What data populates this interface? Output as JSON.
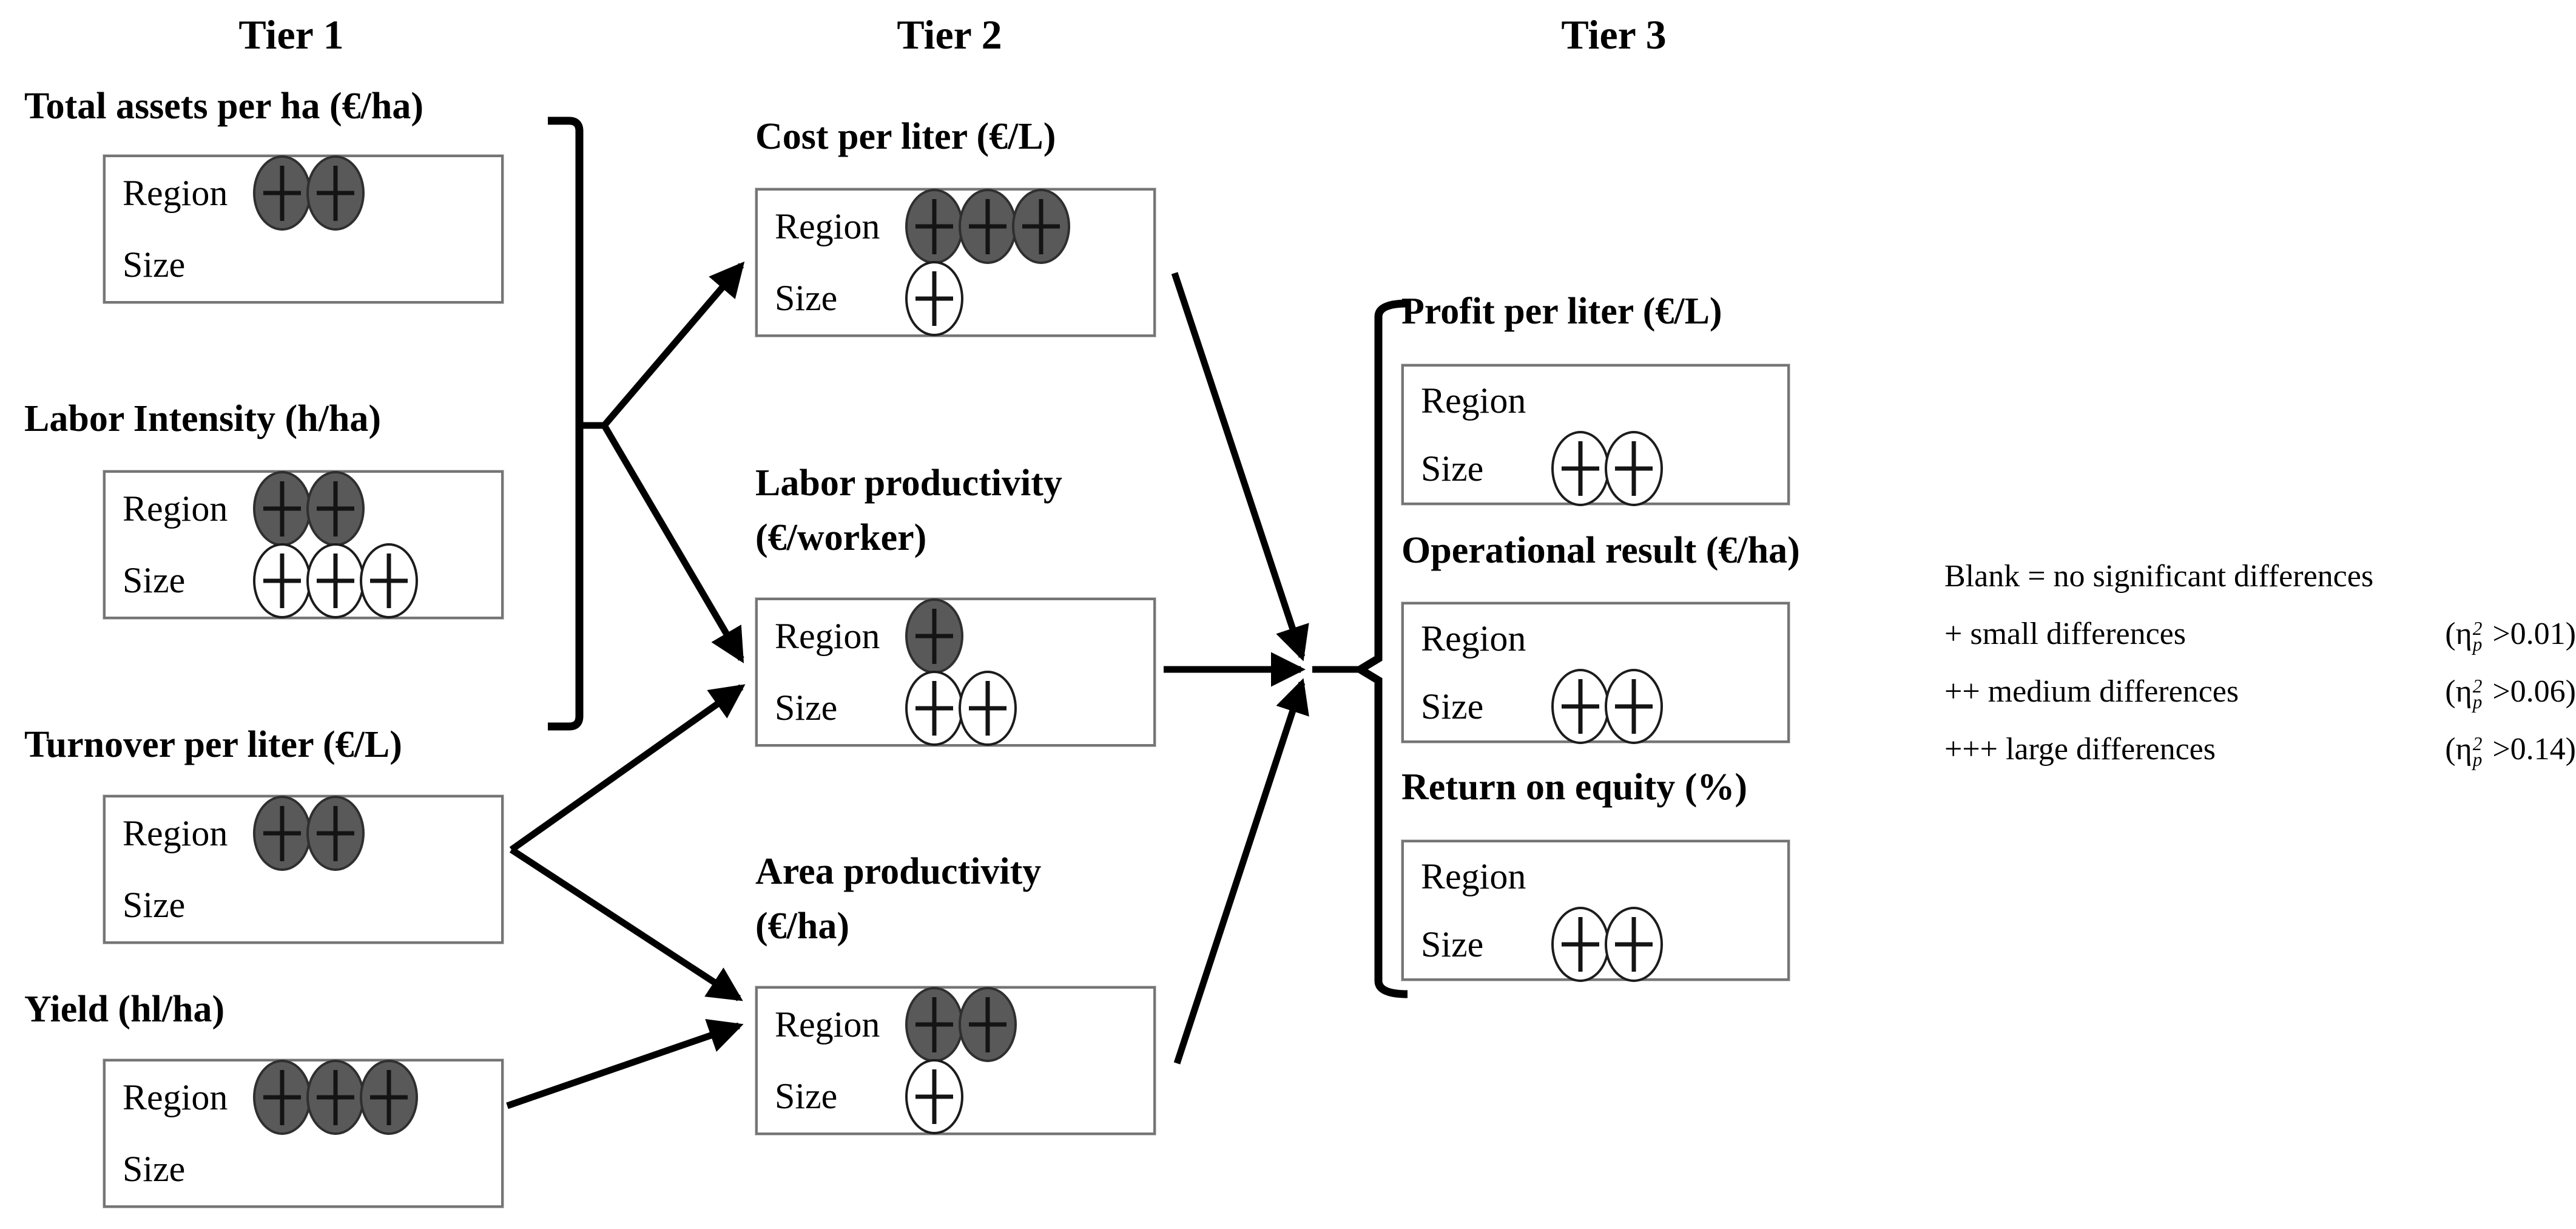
{
  "tier_headings": [
    "Tier 1",
    "Tier 2",
    "Tier 3"
  ],
  "row_labels": {
    "region": "Region",
    "size": "Size"
  },
  "tier1": {
    "boxes": [
      {
        "title": "Total assets per ha (€/ha)",
        "region_pips": {
          "count": 2,
          "filled": true
        },
        "size_pips": {
          "count": 0,
          "filled": false
        }
      },
      {
        "title": "Labor Intensity (h/ha)",
        "region_pips": {
          "count": 2,
          "filled": true
        },
        "size_pips": {
          "count": 3,
          "filled": false
        }
      },
      {
        "title": "Turnover per liter (€/L)",
        "region_pips": {
          "count": 2,
          "filled": true
        },
        "size_pips": {
          "count": 0,
          "filled": false
        }
      },
      {
        "title": "Yield (hl/ha)",
        "region_pips": {
          "count": 3,
          "filled": true
        },
        "size_pips": {
          "count": 0,
          "filled": false
        }
      }
    ]
  },
  "tier2": {
    "boxes": [
      {
        "title": "Cost per liter (€/L)",
        "region_pips": {
          "count": 3,
          "filled": true
        },
        "size_pips": {
          "count": 1,
          "filled": false
        }
      },
      {
        "title": "Labor productivity (€/worker)",
        "region_pips": {
          "count": 1,
          "filled": true
        },
        "size_pips": {
          "count": 2,
          "filled": false
        }
      },
      {
        "title": "Area productivity (€/ha)",
        "region_pips": {
          "count": 2,
          "filled": true
        },
        "size_pips": {
          "count": 1,
          "filled": false
        }
      }
    ]
  },
  "tier3": {
    "boxes": [
      {
        "title": "Profit per liter (€/L)",
        "region_pips": {
          "count": 0,
          "filled": false
        },
        "size_pips": {
          "count": 2,
          "filled": false
        }
      },
      {
        "title": "Operational result (€/ha)",
        "region_pips": {
          "count": 0,
          "filled": false
        },
        "size_pips": {
          "count": 2,
          "filled": false
        }
      },
      {
        "title": "Return on equity (%)",
        "region_pips": {
          "count": 0,
          "filled": false
        },
        "size_pips": {
          "count": 2,
          "filled": false
        }
      }
    ]
  },
  "legend": {
    "no_diff": "Blank = no significant differences",
    "entries": [
      {
        "label": "+ small differences",
        "eta_pre": "(η",
        "eta_sup": "2",
        "eta_sub": "p",
        "eta_post": " >0.01)"
      },
      {
        "label": "++ medium differences",
        "eta_pre": "(η",
        "eta_sup": "2",
        "eta_sub": "p",
        "eta_post": " >0.06)"
      },
      {
        "label": "+++ large differences",
        "eta_pre": "(η",
        "eta_sup": "2",
        "eta_sub": "p",
        "eta_post": " >0.14)"
      }
    ]
  },
  "colors": {
    "pip_filled": "#595959",
    "pip_outline_border": "#1c1c1c",
    "box_border": "#757575",
    "connector": "#000000"
  }
}
